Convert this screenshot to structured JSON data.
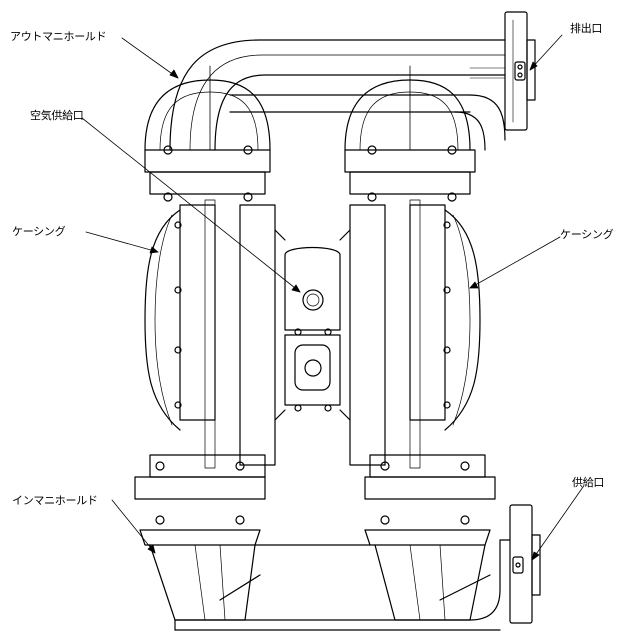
{
  "labels": {
    "outlet_manifold": "アウトマニホールド",
    "air_inlet": "空気供給口",
    "casing_left": "ケーシング",
    "casing_right": "ケーシング",
    "inlet_manifold": "インマニホールド",
    "discharge_port": "排出口",
    "supply_port": "供給口"
  }
}
